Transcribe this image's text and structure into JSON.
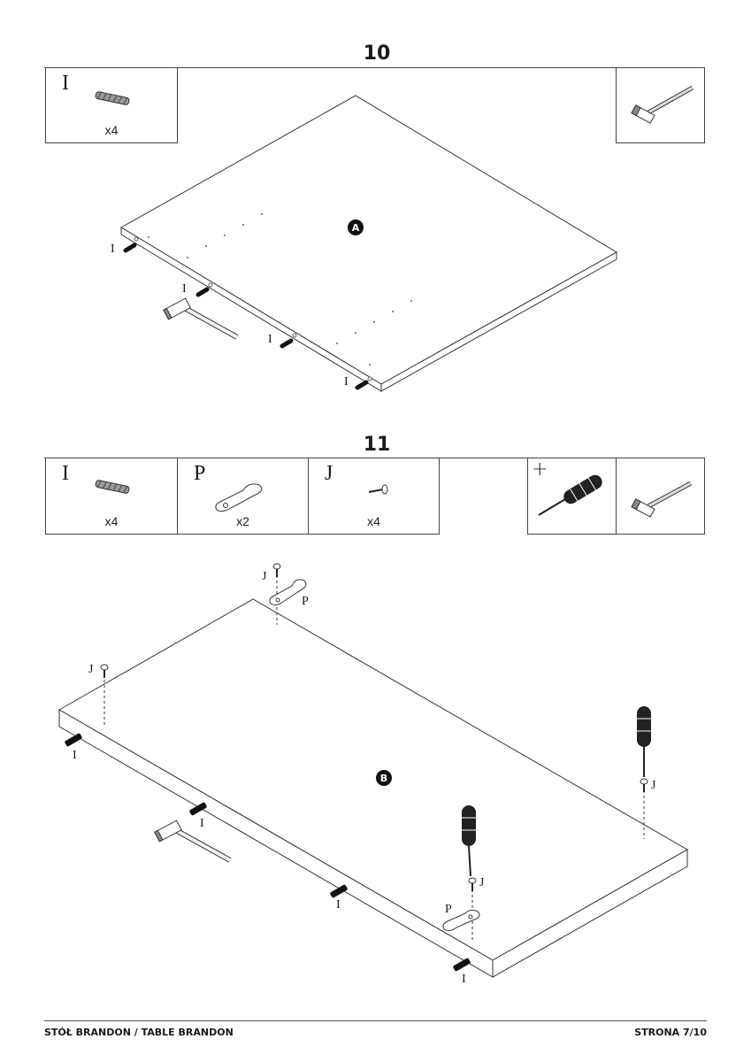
{
  "steps": [
    {
      "number": "10",
      "parts": [
        {
          "letter": "I",
          "qty": "x4"
        }
      ],
      "panel": "A",
      "labels": {
        "dowel": "I"
      }
    },
    {
      "number": "11",
      "parts": [
        {
          "letter": "I",
          "qty": "x4"
        },
        {
          "letter": "P",
          "qty": "x2"
        },
        {
          "letter": "J",
          "qty": "x4"
        }
      ],
      "panel": "B",
      "labels": {
        "dowel": "I",
        "bracket": "P",
        "screw": "J"
      }
    }
  ],
  "tools": {
    "screwdriver_symbol": "+"
  },
  "footer": {
    "left": "STÓŁ BRANDON / TABLE BRANDON",
    "right": "STRONA 7/10"
  }
}
